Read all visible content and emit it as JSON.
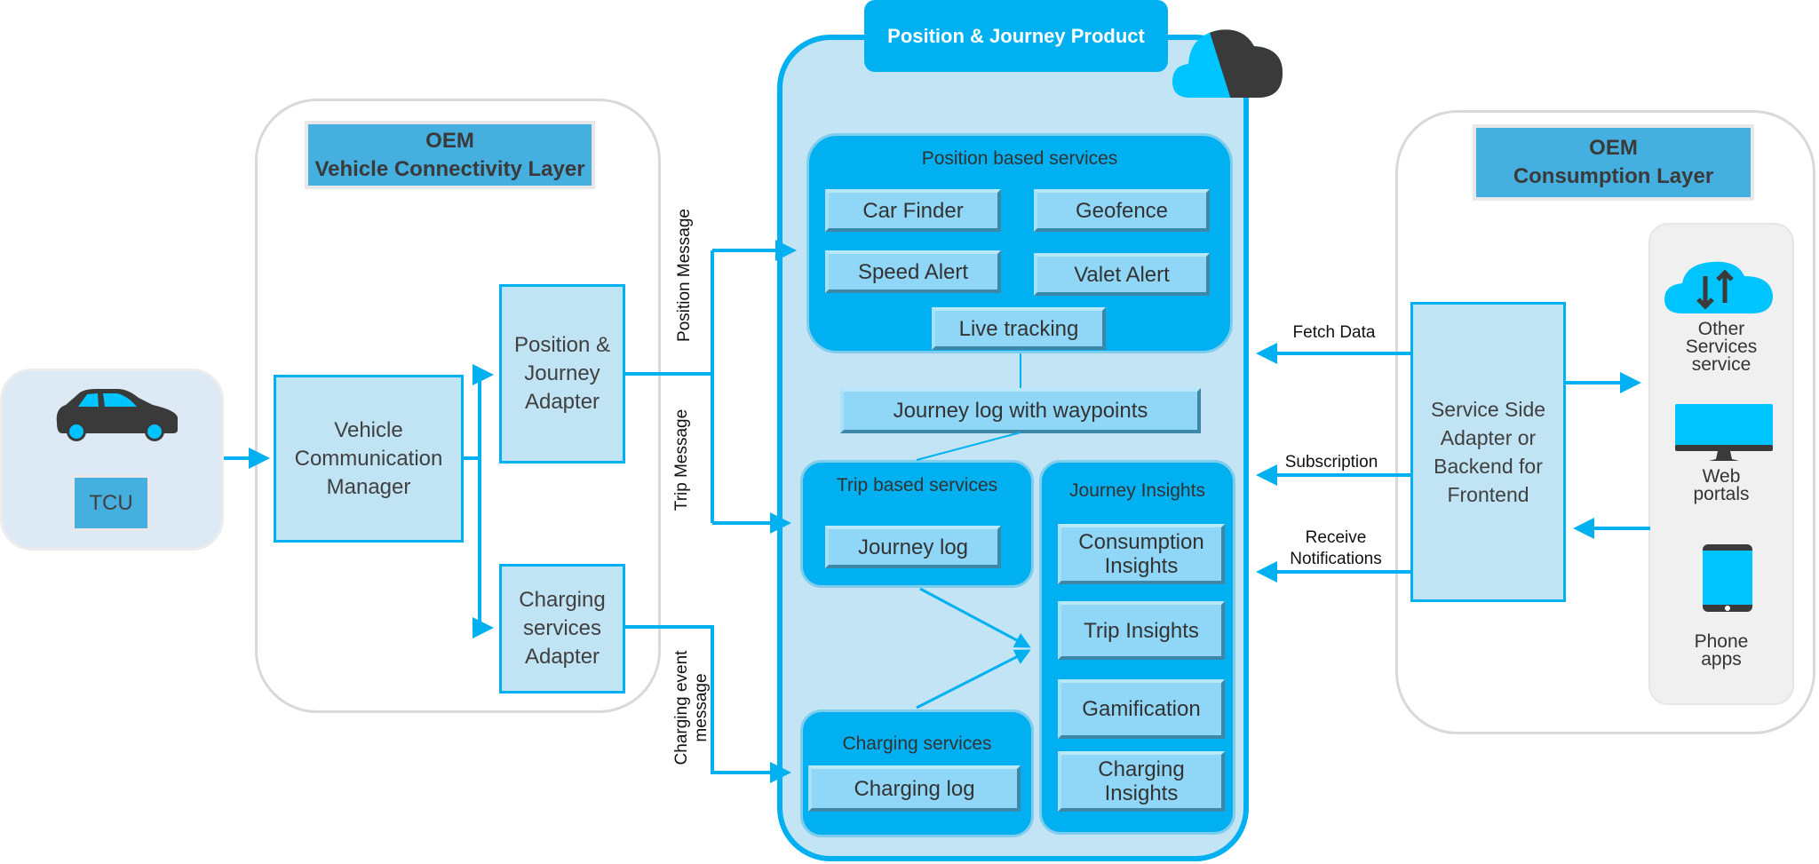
{
  "vehicle": {
    "tcu_label": "TCU"
  },
  "connectivity_layer": {
    "header_line1": "OEM",
    "header_line2": "Vehicle Connectivity Layer",
    "vcm": [
      "Vehicle",
      "Communication",
      "Manager"
    ],
    "pj_adapter": [
      "Position &",
      "Journey",
      "Adapter"
    ],
    "charging_adapter": [
      "Charging",
      "services",
      "Adapter"
    ]
  },
  "messages": {
    "position": "Position Message",
    "trip": "Trip Message",
    "charging": [
      "Charging event",
      "message"
    ]
  },
  "product": {
    "title": "Position & Journey Product",
    "position_services": {
      "title": "Position based services",
      "items": [
        "Car Finder",
        "Geofence",
        "Speed Alert",
        "Valet Alert",
        "Live tracking"
      ]
    },
    "journey_log_waypoints": "Journey log with waypoints",
    "trip_services": {
      "title": "Trip based services",
      "item": "Journey log"
    },
    "charging_services": {
      "title": "Charging services",
      "item": "Charging log"
    },
    "journey_insights": {
      "title": "Journey Insights",
      "items": [
        [
          "Consumption",
          "Insights"
        ],
        [
          "Trip Insights"
        ],
        [
          "Gamification"
        ],
        [
          "Charging",
          "Insights"
        ]
      ]
    }
  },
  "connections": {
    "fetch": "Fetch Data",
    "subscription": "Subscription",
    "notifications": [
      "Receive",
      "Notifications"
    ]
  },
  "consumption_layer": {
    "header_line1": "OEM",
    "header_line2": "Consumption Layer",
    "adapter": [
      "Service Side",
      "Adapter or",
      "Backend for",
      "Frontend"
    ],
    "clients": [
      {
        "icon": "cloud-transfer-icon",
        "label": [
          "Other",
          "Services",
          "service"
        ]
      },
      {
        "icon": "monitor-icon",
        "label": [
          "Web",
          "portals"
        ]
      },
      {
        "icon": "phone-icon",
        "label": [
          "Phone",
          "apps"
        ]
      }
    ]
  },
  "colors": {
    "accent": "#00b0f0",
    "box_fill": "#c0e4f4",
    "header": "#45b0e0",
    "dark": "#404040"
  }
}
